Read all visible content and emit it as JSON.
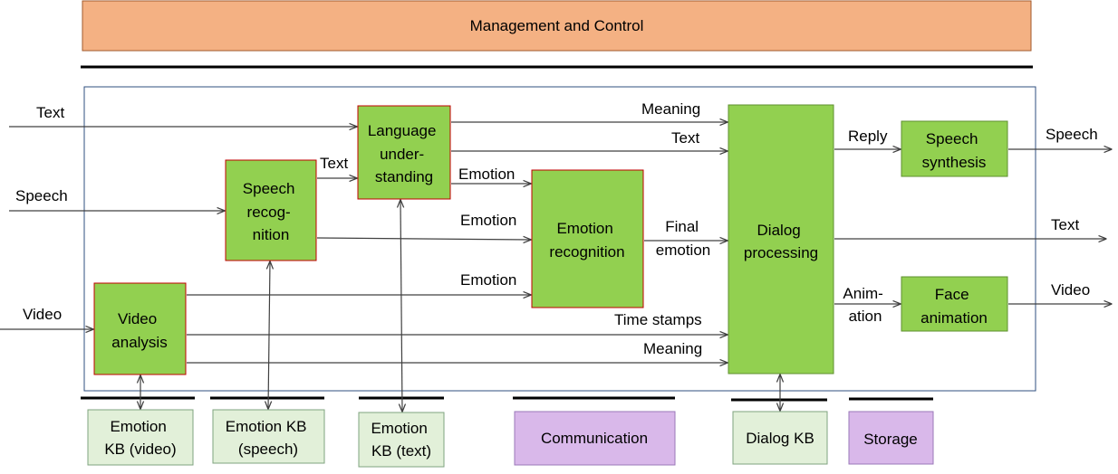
{
  "header": {
    "title": "Management and Control"
  },
  "colors": {
    "header_fill": "#f4b183",
    "module_fill": "#92d050",
    "module_border": "#c00000",
    "kb_fill": "#e2f0d9",
    "service_fill": "#d9b8ea",
    "frame_border": "#2f4f7f"
  },
  "modules": {
    "language_understanding": [
      "Language",
      "under-",
      "standing"
    ],
    "speech_recognition": [
      "Speech",
      "recog-",
      "nition"
    ],
    "video_analysis": [
      "Video",
      "analysis"
    ],
    "emotion_recognition": [
      "Emotion",
      "recognition"
    ],
    "dialog_processing": [
      "Dialog",
      "processing"
    ],
    "speech_synthesis": [
      "Speech",
      "synthesis"
    ],
    "face_animation": [
      "Face",
      "animation"
    ]
  },
  "storage_boxes": {
    "emotion_kb_video": [
      "Emotion",
      "KB (video)"
    ],
    "emotion_kb_speech": [
      "Emotion KB",
      "(speech)"
    ],
    "emotion_kb_text": [
      "Emotion",
      "KB (text)"
    ],
    "communication": [
      "Communication"
    ],
    "dialog_kb": [
      "Dialog KB"
    ],
    "storage": [
      "Storage"
    ]
  },
  "labels": {
    "input_text": "Text",
    "input_speech": "Speech",
    "input_video": "Video",
    "sr_text": "Text",
    "lu_meaning": "Meaning",
    "lu_text": "Text",
    "lu_emotion": "Emotion",
    "sr_emotion": "Emotion",
    "va_emotion": "Emotion",
    "final_emotion": [
      "Final",
      "emotion"
    ],
    "time_stamps": "Time stamps",
    "va_meaning": "Meaning",
    "reply": "Reply",
    "animation": [
      "Anim-",
      "ation"
    ],
    "output_speech": "Speech",
    "output_text": "Text",
    "output_video": "Video"
  }
}
